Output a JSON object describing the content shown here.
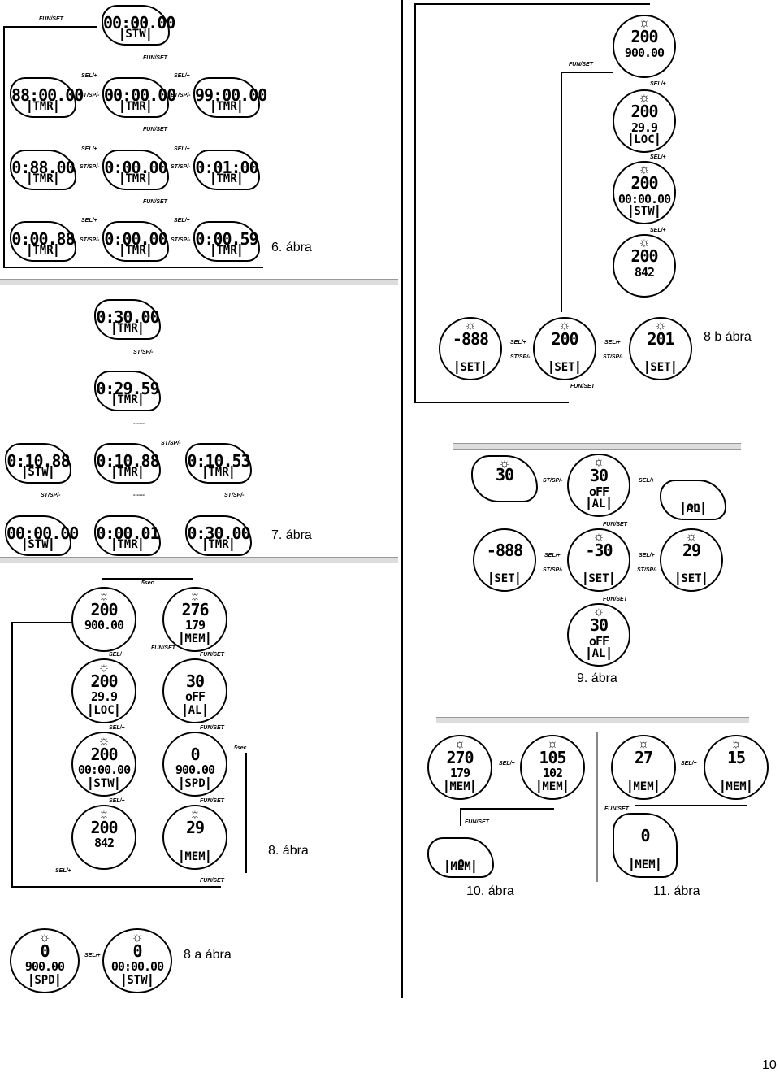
{
  "captions": {
    "fig6": "6. ábra",
    "fig7": "7. ábra",
    "fig8b": "8 b ábra",
    "fig9": "9. ábra",
    "fig8": "8. ábra",
    "fig10": "10. ábra",
    "fig11": "11. ábra",
    "fig8a": "8 a ábra",
    "page_number": "10"
  },
  "buttons": {
    "fun_set": "FUN/SET",
    "sel": "SEL/+",
    "st_sp": "ST/SP/-",
    "five_sec": "5sec",
    "dots": "------"
  },
  "fig6": {
    "stw": {
      "top": "00:00.00",
      "bot": "STW"
    },
    "row1": [
      {
        "top": "88:00.00",
        "bot": "TMR"
      },
      {
        "top": "00:00.00",
        "bot": "TMR"
      },
      {
        "top": "99:00.00",
        "bot": "TMR"
      }
    ],
    "row2": [
      {
        "top": "0:88.00",
        "bot": "TMR"
      },
      {
        "top": "0:00.00",
        "bot": "TMR"
      },
      {
        "top": "0:01:00",
        "bot": "TMR"
      }
    ],
    "row3": [
      {
        "top": "0:00.88",
        "bot": "TMR"
      },
      {
        "top": "0:00.00",
        "bot": "TMR"
      },
      {
        "top": "0:00.59",
        "bot": "TMR"
      }
    ]
  },
  "fig7": {
    "a": {
      "top": "0:30.00",
      "bot": "TMR"
    },
    "b": {
      "top": "0:29.59",
      "bot": "TMR"
    },
    "row1": [
      {
        "top": "0:10.88",
        "bot": "STW"
      },
      {
        "top": "0:10.88",
        "bot": "TMR"
      },
      {
        "top": "0:10.53",
        "bot": "TMR"
      }
    ],
    "row2": [
      {
        "top": "00:00.00",
        "bot": "STW"
      },
      {
        "top": "0:00.01",
        "bot": "TMR"
      },
      {
        "top": "0:30.00",
        "bot": "TMR"
      }
    ]
  },
  "fig8b": {
    "col": [
      {
        "top": "200",
        "mid": "900.00",
        "bot": ""
      },
      {
        "top": "200",
        "mid": "29.9",
        "bot": "LOC"
      },
      {
        "top": "200",
        "mid": "00:00.00",
        "bot": "STW"
      },
      {
        "top": "200",
        "mid": "842",
        "bot": ""
      }
    ],
    "row": [
      {
        "top": "-888",
        "bot": "SET"
      },
      {
        "top": "200",
        "bot": "SET"
      },
      {
        "top": "201",
        "bot": "SET"
      }
    ]
  },
  "fig9": {
    "row1": [
      {
        "top": "30",
        "bot": ""
      },
      {
        "top": "30",
        "mid": "oFF",
        "bot": "AL"
      },
      {
        "top": "",
        "mid": "on",
        "bot": "AL"
      }
    ],
    "row2": [
      {
        "top": "-888",
        "bot": "SET"
      },
      {
        "top": "-30",
        "bot": "SET"
      },
      {
        "top": "29",
        "bot": "SET"
      }
    ],
    "row3": {
      "top": "30",
      "mid": "oFF",
      "bot": "AL"
    }
  },
  "fig8": {
    "left": [
      {
        "top": "200",
        "mid": "900.00",
        "bot": ""
      },
      {
        "top": "200",
        "mid": "29.9",
        "bot": "LOC"
      },
      {
        "top": "200",
        "mid": "00:00.00",
        "bot": "STW"
      },
      {
        "top": "200",
        "mid": "842",
        "bot": ""
      }
    ],
    "right": [
      {
        "top": "276",
        "mid": "179",
        "bot": "MEM"
      },
      {
        "top": "30",
        "mid": "oFF",
        "bot": "AL"
      },
      {
        "top": "0",
        "mid": "900.00",
        "bot": "SPD"
      },
      {
        "top": "29",
        "mid": "",
        "bot": "MEM"
      }
    ]
  },
  "fig10": [
    {
      "top": "270",
      "mid": "179",
      "bot": "MEM"
    },
    {
      "top": "105",
      "mid": "102",
      "bot": "MEM"
    },
    {
      "top": "",
      "mid": "0",
      "bot": "MEM"
    }
  ],
  "fig11": [
    {
      "top": "27",
      "bot": "MEM"
    },
    {
      "top": "15",
      "bot": "MEM"
    },
    {
      "top": "0",
      "bot": "MEM"
    }
  ],
  "fig8a": [
    {
      "top": "0",
      "mid": "900.00",
      "bot": "SPD"
    },
    {
      "top": "0",
      "mid": "00:00.00",
      "bot": "STW"
    }
  ]
}
